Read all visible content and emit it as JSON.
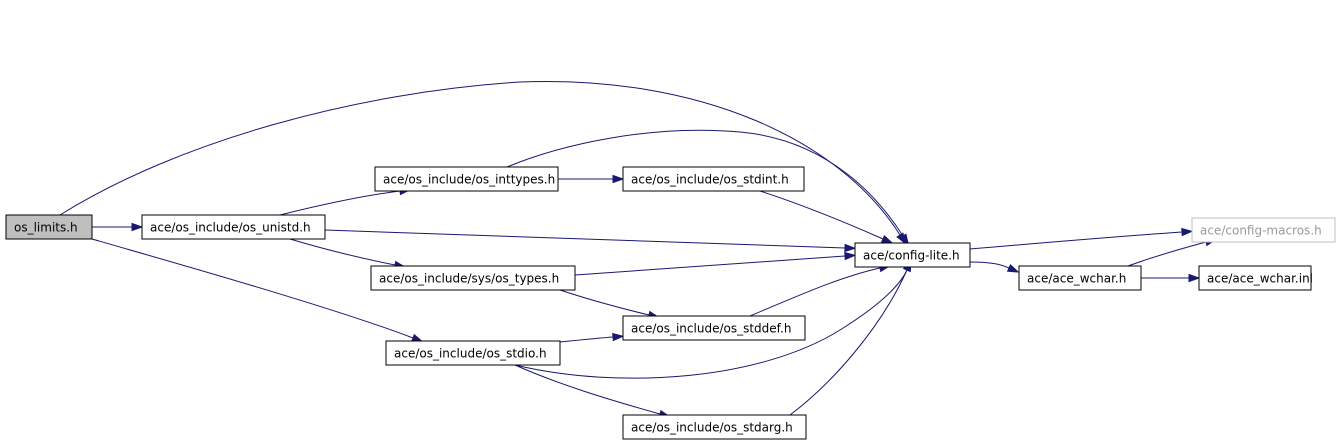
{
  "colors": {
    "edge": "#191970",
    "root_fill": "#bfbfbf",
    "node_fill": "#ffffff",
    "node_border": "#000000",
    "missing_border": "#bfbfbf",
    "missing_text": "#9a9a9a"
  },
  "nodes": [
    {
      "id": "os_limits",
      "label": "os_limits.h",
      "style": "root"
    },
    {
      "id": "os_unistd",
      "label": "ace/os_include/os_unistd.h",
      "style": "normal"
    },
    {
      "id": "os_inttypes",
      "label": "ace/os_include/os_inttypes.h",
      "style": "normal"
    },
    {
      "id": "os_stdint",
      "label": "ace/os_include/os_stdint.h",
      "style": "normal"
    },
    {
      "id": "sys_os_types",
      "label": "ace/os_include/sys/os_types.h",
      "style": "normal"
    },
    {
      "id": "os_stddef",
      "label": "ace/os_include/os_stddef.h",
      "style": "normal"
    },
    {
      "id": "os_stdio",
      "label": "ace/os_include/os_stdio.h",
      "style": "normal"
    },
    {
      "id": "os_stdarg",
      "label": "ace/os_include/os_stdarg.h",
      "style": "normal"
    },
    {
      "id": "config_lite",
      "label": "ace/config-lite.h",
      "style": "normal"
    },
    {
      "id": "config_macros",
      "label": "ace/config-macros.h",
      "style": "missing"
    },
    {
      "id": "ace_wchar_h",
      "label": "ace/ace_wchar.h",
      "style": "normal"
    },
    {
      "id": "ace_wchar_inl",
      "label": "ace/ace_wchar.inl",
      "style": "normal"
    }
  ],
  "edges": [
    {
      "from": "os_limits",
      "to": "os_unistd"
    },
    {
      "from": "os_limits",
      "to": "config_lite"
    },
    {
      "from": "os_limits",
      "to": "os_stdio"
    },
    {
      "from": "os_unistd",
      "to": "os_inttypes"
    },
    {
      "from": "os_unistd",
      "to": "config_lite"
    },
    {
      "from": "os_unistd",
      "to": "sys_os_types"
    },
    {
      "from": "os_inttypes",
      "to": "os_stdint"
    },
    {
      "from": "os_inttypes",
      "to": "config_lite"
    },
    {
      "from": "os_stdint",
      "to": "config_lite"
    },
    {
      "from": "sys_os_types",
      "to": "config_lite"
    },
    {
      "from": "sys_os_types",
      "to": "os_stddef"
    },
    {
      "from": "os_stddef",
      "to": "config_lite"
    },
    {
      "from": "os_stdio",
      "to": "os_stddef"
    },
    {
      "from": "os_stdio",
      "to": "config_lite"
    },
    {
      "from": "os_stdio",
      "to": "os_stdarg"
    },
    {
      "from": "os_stdarg",
      "to": "config_lite"
    },
    {
      "from": "config_lite",
      "to": "config_macros"
    },
    {
      "from": "config_lite",
      "to": "ace_wchar_h"
    },
    {
      "from": "ace_wchar_h",
      "to": "config_macros"
    },
    {
      "from": "ace_wchar_h",
      "to": "ace_wchar_inl"
    }
  ]
}
